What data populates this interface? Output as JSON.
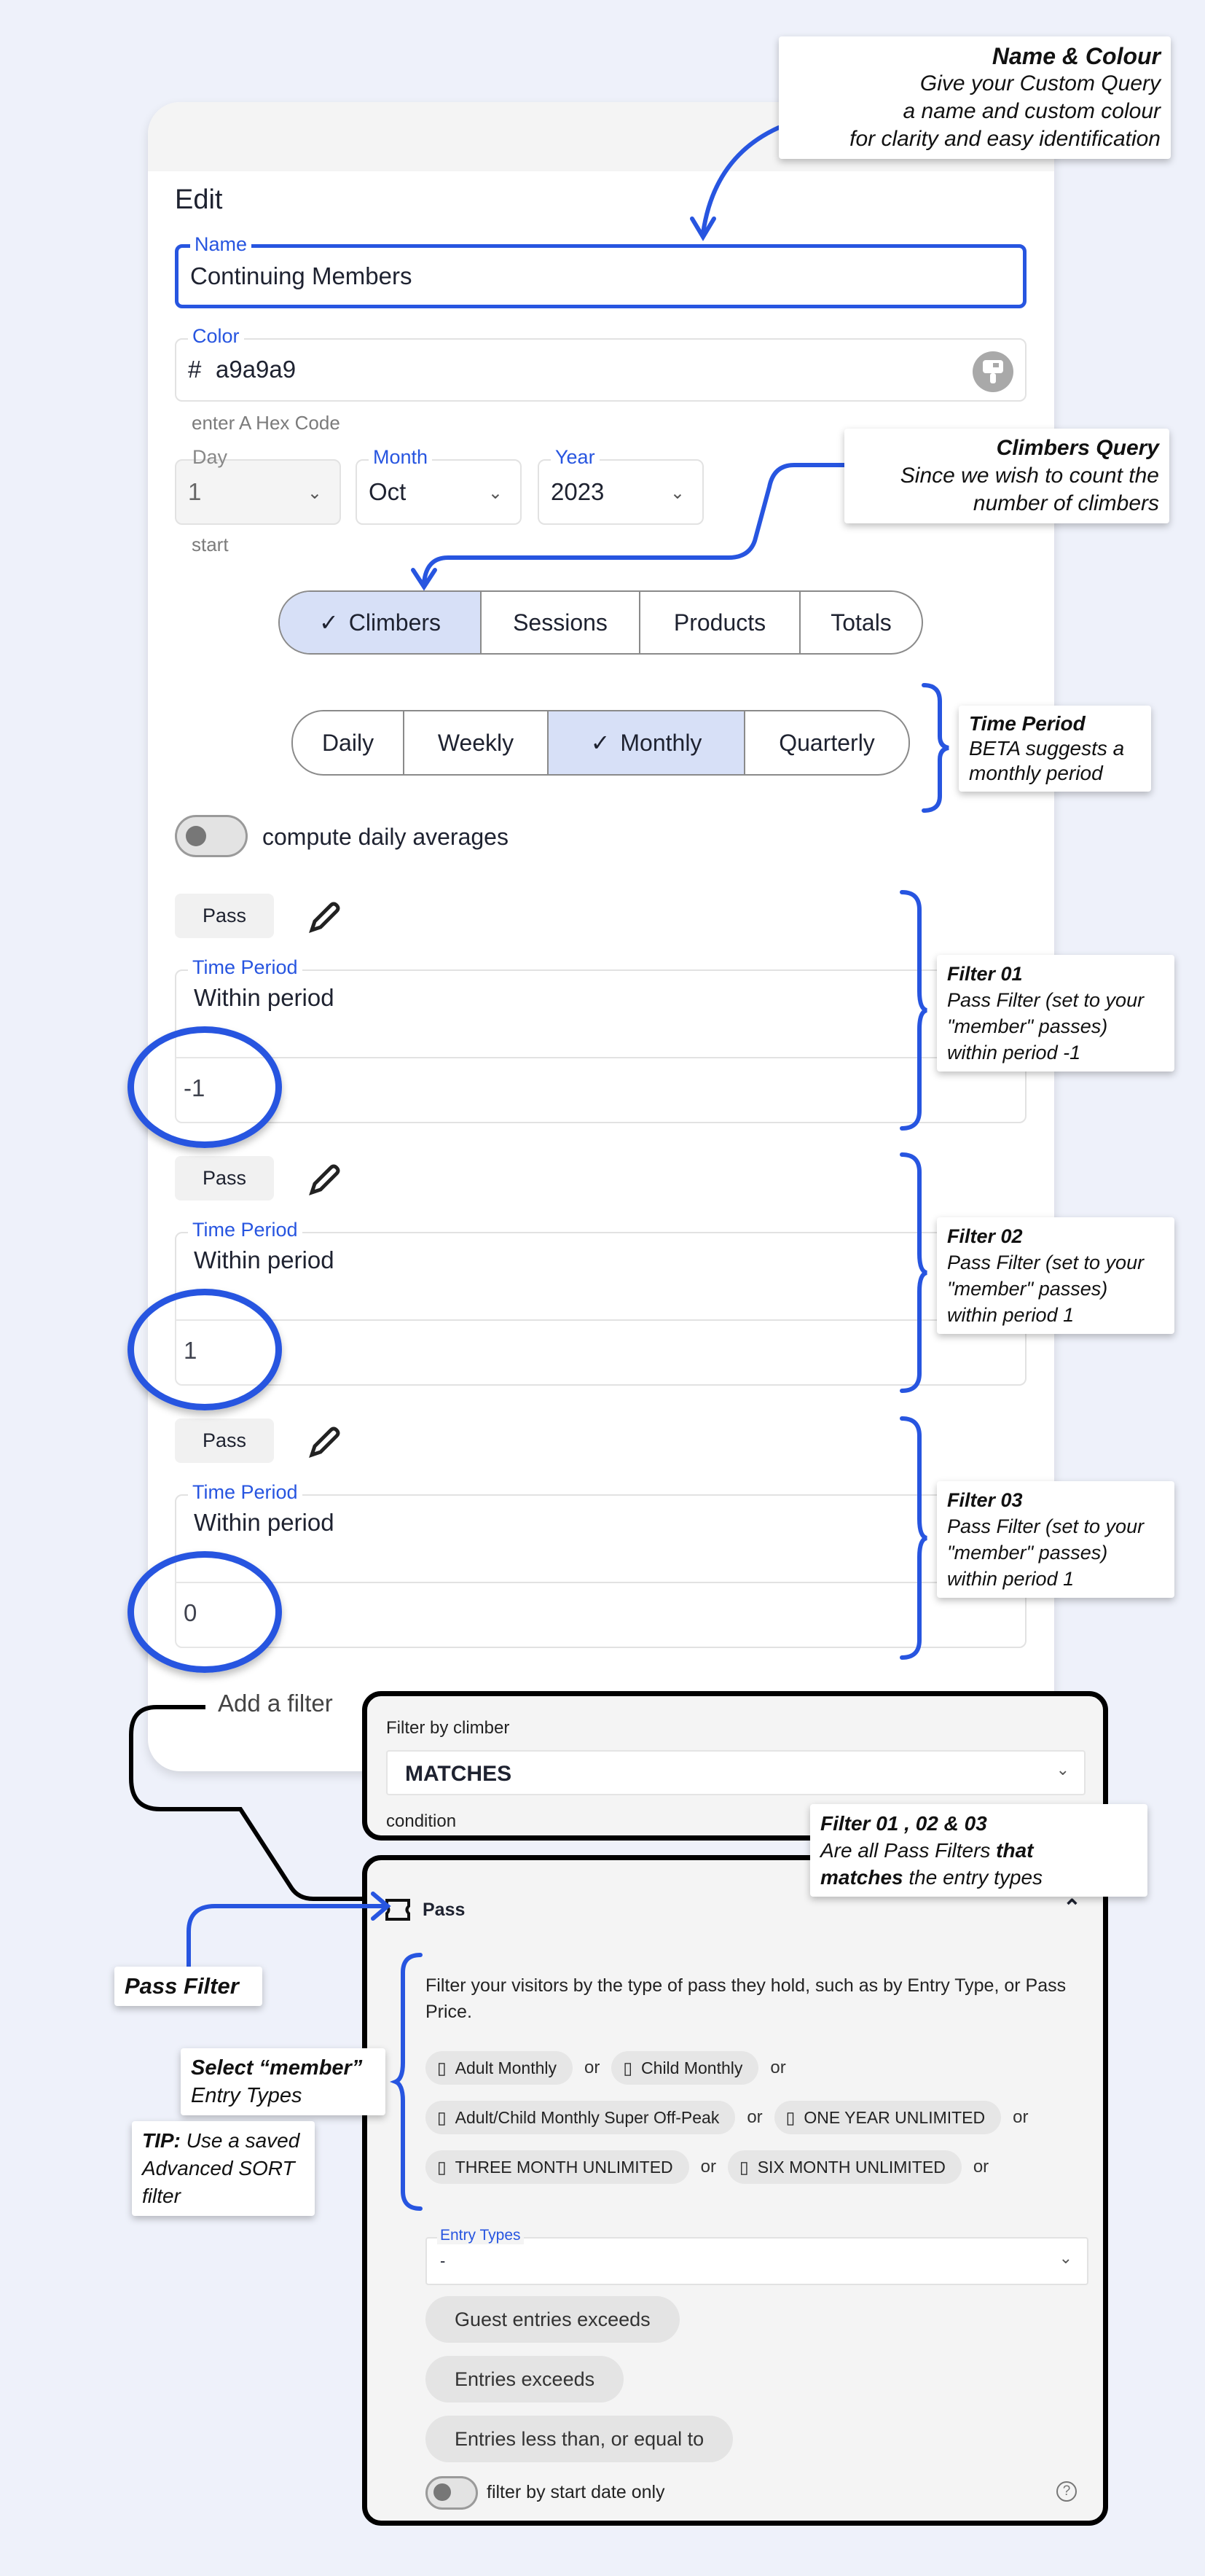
{
  "edit": {
    "title": "Edit",
    "name": {
      "label": "Name",
      "value": "Continuing Members"
    },
    "color": {
      "label": "Color",
      "prefix": "#",
      "value": "a9a9a9",
      "helper": "enter A Hex Code",
      "swatch": "#a9a9a9"
    },
    "start": {
      "day": {
        "label": "Day",
        "value": "1"
      },
      "month": {
        "label": "Month",
        "value": "Oct"
      },
      "year": {
        "label": "Year",
        "value": "2023"
      },
      "helper": "start"
    },
    "query_types": [
      {
        "label": "Climbers",
        "selected": true
      },
      {
        "label": "Sessions"
      },
      {
        "label": "Products"
      },
      {
        "label": "Totals"
      }
    ],
    "periods": [
      {
        "label": "Daily"
      },
      {
        "label": "Weekly"
      },
      {
        "label": "Monthly",
        "selected": true
      },
      {
        "label": "Quarterly"
      }
    ],
    "check": "✓",
    "daily_averages": {
      "label": "compute daily averages",
      "on": false
    },
    "filters": [
      {
        "type": "Pass",
        "time_label": "Time Period",
        "time_value": "Within period",
        "offset": "-1"
      },
      {
        "type": "Pass",
        "time_label": "Time Period",
        "time_value": "Within period",
        "offset": "1"
      },
      {
        "type": "Pass",
        "time_label": "Time Period",
        "time_value": "Within period",
        "offset": "0"
      }
    ],
    "add_filter": "Add a filter"
  },
  "climber_box": {
    "title": "Filter by climber",
    "select": "MATCHES",
    "helper": "condition"
  },
  "pass_box": {
    "title": "Pass",
    "description": "Filter your visitors by the type of pass they hold, such as by Entry Type, or Pass Price.",
    "or": "or",
    "entry_types": [
      "Adult Monthly",
      "Child Monthly",
      "Adult/Child Monthly Super Off-Peak",
      "ONE YEAR UNLIMITED",
      "THREE MONTH UNLIMITED",
      "SIX MONTH UNLIMITED"
    ],
    "entry_select": {
      "label": "Entry Types",
      "value": "-"
    },
    "buttons": [
      "Guest entries exceeds",
      "Entries exceeds",
      "Entries less than, or equal to"
    ],
    "start_date_toggle": {
      "label": "filter by start date only",
      "on": false
    }
  },
  "callouts": {
    "name_colour": {
      "title": "Name & Colour",
      "lines": [
        "Give your Custom Query",
        "a name and custom colour",
        "for clarity and easy identification"
      ]
    },
    "climbers": {
      "title": "Climbers Query",
      "lines": [
        "Since we wish to count the",
        "number of climbers"
      ]
    },
    "time_period": {
      "title": "Time Period",
      "lines": [
        "BETA suggests a",
        "monthly period"
      ]
    },
    "filter01": {
      "title": "Filter 01",
      "lines": [
        "Pass Filter (set to your",
        "\"member\" passes)",
        "within period -1"
      ]
    },
    "filter02": {
      "title": "Filter 02",
      "lines": [
        "Pass Filter (set to your",
        "\"member\" passes)",
        "within period 1"
      ]
    },
    "filter03": {
      "title": "Filter 03",
      "lines": [
        "Pass Filter (set to your",
        "\"member\" passes)",
        "within period 1"
      ]
    },
    "all_filters": {
      "title": "Filter 01 , 02 & 03",
      "l1a": "Are all Pass Filters ",
      "l1b": "that",
      "l2a": "matches",
      "l2b": " the entry types"
    },
    "pass_filter": {
      "title": "Pass Filter"
    },
    "select_member": {
      "title": "Select “member”",
      "lines": [
        "Entry Types"
      ]
    },
    "tip": {
      "title": "TIP:",
      "l1": " Use a saved",
      "lines": [
        "Advanced SORT",
        "filter"
      ]
    }
  },
  "colors": {
    "accent": "#2755e0",
    "background": "#eef1fa",
    "selected_segment": "#d7e0f7"
  }
}
